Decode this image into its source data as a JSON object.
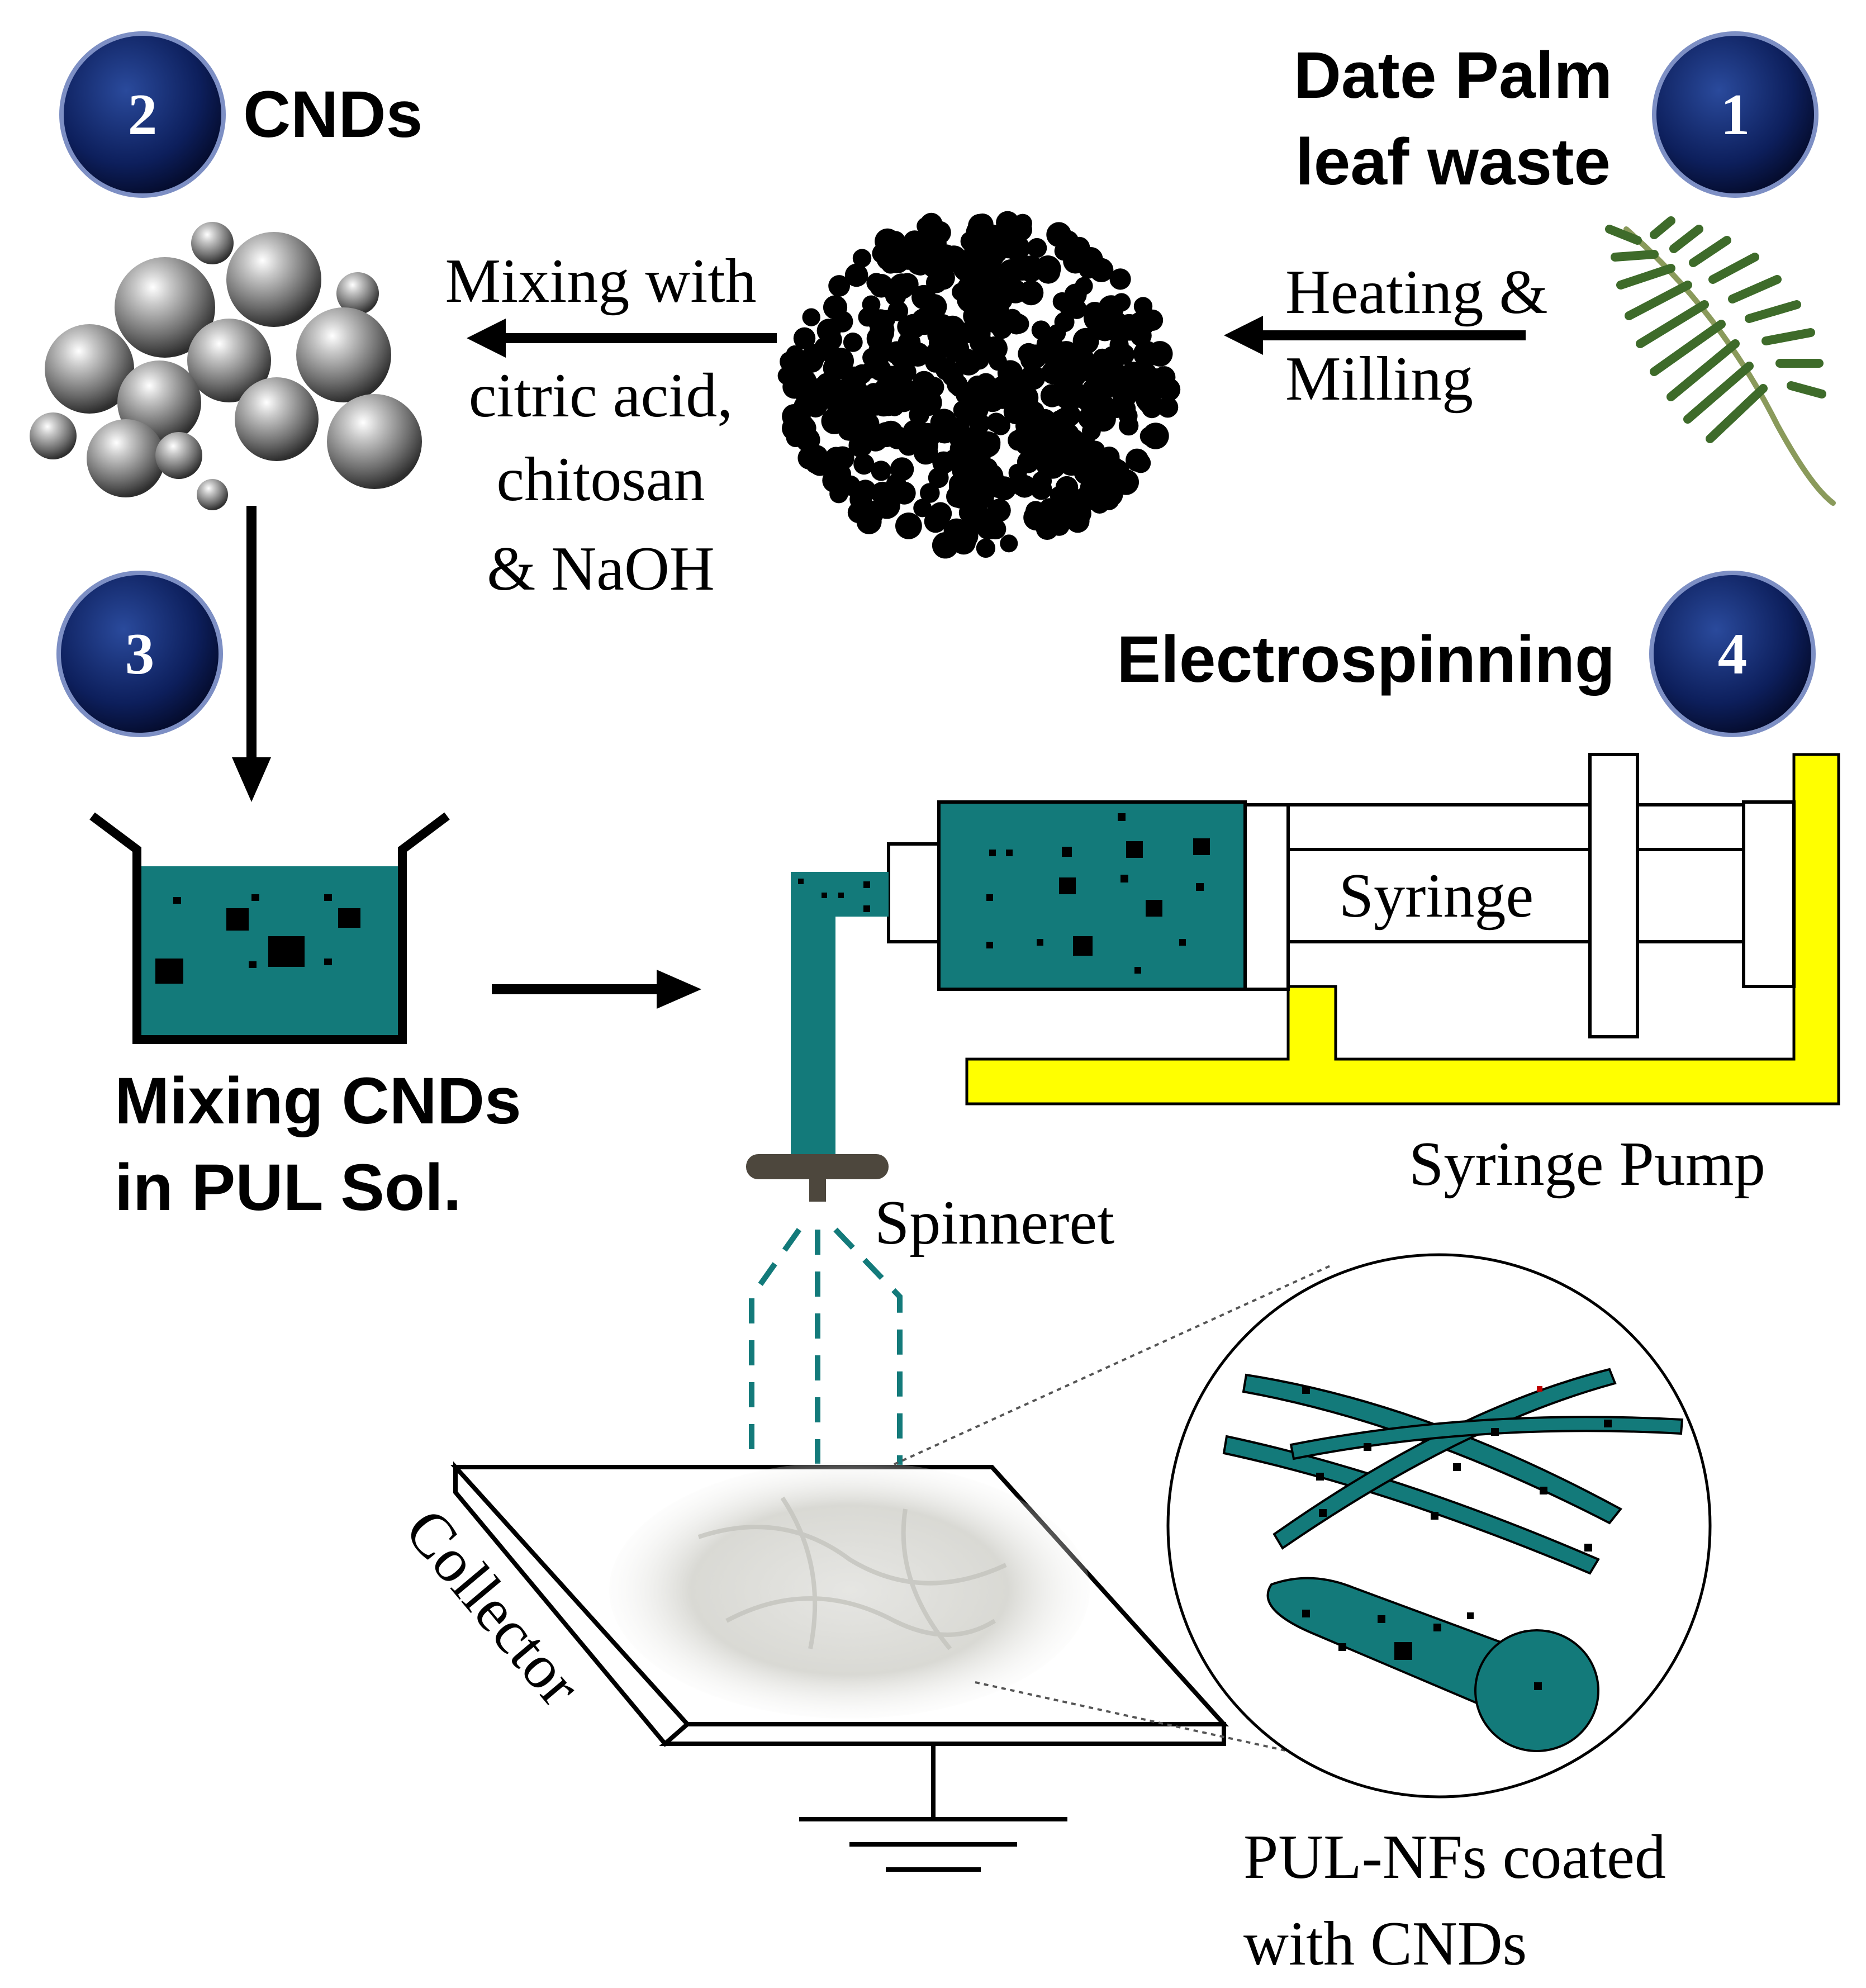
{
  "steps": {
    "step1": {
      "number": "1",
      "title_line1": "Date Palm",
      "title_line2": "leaf waste"
    },
    "step2": {
      "number": "2",
      "title": "CNDs"
    },
    "step3": {
      "number": "3",
      "caption_line1": "Mixing CNDs",
      "caption_line2": "in PUL Sol."
    },
    "step4": {
      "number": "4",
      "title": "Electrospinning"
    }
  },
  "process_labels": {
    "heating_line1": "Heating &",
    "heating_line2": "Milling",
    "mixing_line1": "Mixing with",
    "mixing_line2": "citric acid,",
    "mixing_line3": "chitosan",
    "mixing_line4": "& NaOH"
  },
  "apparatus_labels": {
    "syringe": "Syringe",
    "syringe_pump": "Syringe Pump",
    "spinneret": "Spinneret",
    "collector": "Collector",
    "nanofibers_line1": "PUL-NFs coated",
    "nanofibers_line2": "with CNDs"
  },
  "colors": {
    "badge": "#0d1f5c",
    "teal": "#137a7a",
    "pump_yellow": "#ffff00",
    "leaf_green": "#3e6b2a",
    "spinneret": "#4d473d"
  }
}
